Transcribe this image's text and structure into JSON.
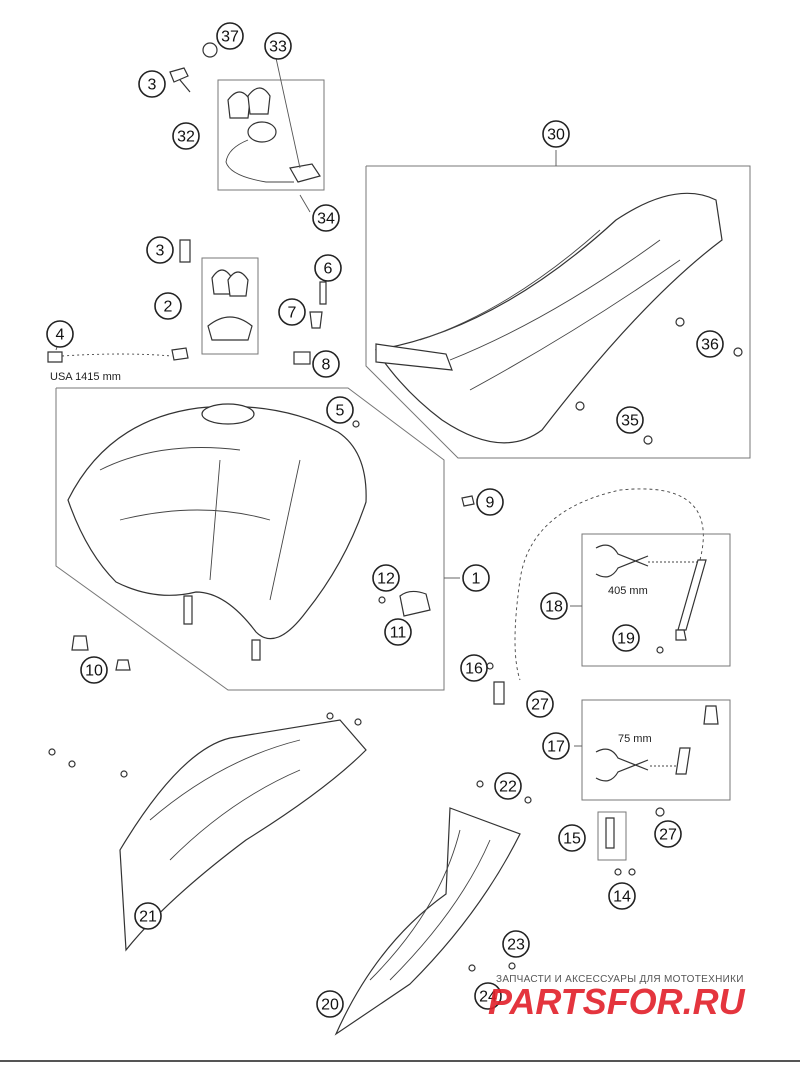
{
  "header": {
    "title_fragment": ""
  },
  "callouts": [
    {
      "id": "c37",
      "label": "37"
    },
    {
      "id": "c33",
      "label": "33"
    },
    {
      "id": "c3a",
      "label": "3"
    },
    {
      "id": "c32",
      "label": "32"
    },
    {
      "id": "c34",
      "label": "34"
    },
    {
      "id": "c3b",
      "label": "3"
    },
    {
      "id": "c6",
      "label": "6"
    },
    {
      "id": "c2",
      "label": "2"
    },
    {
      "id": "c7",
      "label": "7"
    },
    {
      "id": "c8",
      "label": "8"
    },
    {
      "id": "c4",
      "label": "4"
    },
    {
      "id": "c30",
      "label": "30"
    },
    {
      "id": "c36",
      "label": "36"
    },
    {
      "id": "c35",
      "label": "35"
    },
    {
      "id": "c5",
      "label": "5"
    },
    {
      "id": "c9",
      "label": "9"
    },
    {
      "id": "c1",
      "label": "1"
    },
    {
      "id": "c12",
      "label": "12"
    },
    {
      "id": "c11",
      "label": "11"
    },
    {
      "id": "c10",
      "label": "10"
    },
    {
      "id": "c18",
      "label": "18"
    },
    {
      "id": "c19",
      "label": "19"
    },
    {
      "id": "c16",
      "label": "16"
    },
    {
      "id": "c27a",
      "label": "27"
    },
    {
      "id": "c17",
      "label": "17"
    },
    {
      "id": "c22",
      "label": "22"
    },
    {
      "id": "c15",
      "label": "15"
    },
    {
      "id": "c27b",
      "label": "27"
    },
    {
      "id": "c14",
      "label": "14"
    },
    {
      "id": "c21",
      "label": "21"
    },
    {
      "id": "c23",
      "label": "23"
    },
    {
      "id": "c24",
      "label": "24"
    },
    {
      "id": "c20",
      "label": "20"
    }
  ],
  "annotations": {
    "hose_length_usa": "USA 1415 mm",
    "hose_cut_length_long": "405 mm",
    "hose_cut_length_short": "75 mm"
  },
  "watermark": {
    "caption": "ЗАПЧАСТИ И АКСЕССУАРЫ ДЛЯ МОТОТЕХНИКИ",
    "logo": "PARTSFOR.RU"
  },
  "colors": {
    "line": "#333333",
    "watermark_red": "#e2202a",
    "background": "#ffffff"
  }
}
